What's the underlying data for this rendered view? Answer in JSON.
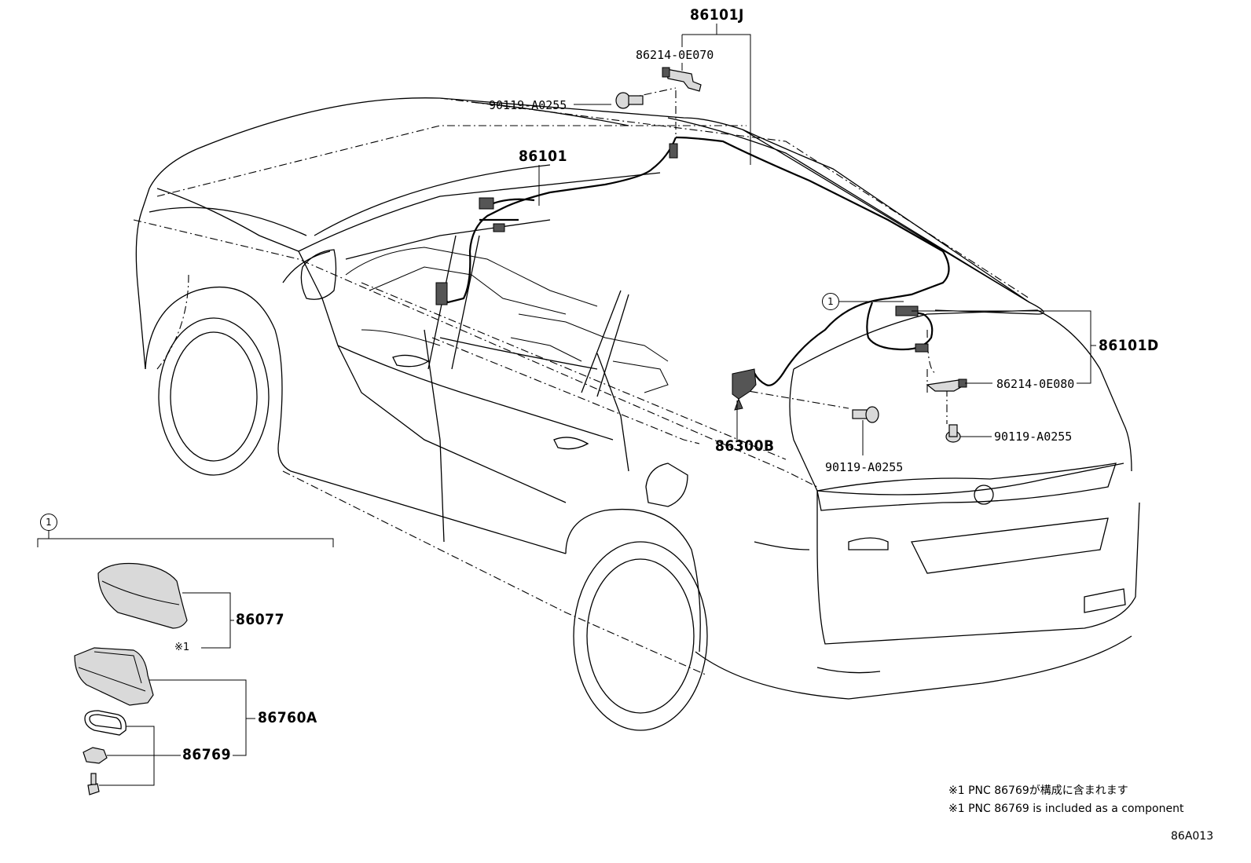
{
  "parts": {
    "antenna_cord_j": "86101J",
    "clamp_upper": "86214-0E070",
    "bolt_upper": "90119-A0255",
    "antenna_cord_main": "86101",
    "antenna_cord_d": "86101D",
    "clamp_rear": "86214-0E080",
    "bolt_rear": "90119-A0255",
    "amplifier": "86300B",
    "bolt_amp": "90119-A0255",
    "antenna_cover": "86077",
    "antenna_assembly": "86760A",
    "antenna_pad": "86769"
  },
  "markers": {
    "callout_1_roof": "1",
    "callout_1_detail": "1",
    "footnote_marker": "※1"
  },
  "notes": {
    "jp": "※1 PNC 86769が構成に含まれます",
    "en": "※1 PNC 86769 is included as a component"
  },
  "diagram_code": "86A013"
}
